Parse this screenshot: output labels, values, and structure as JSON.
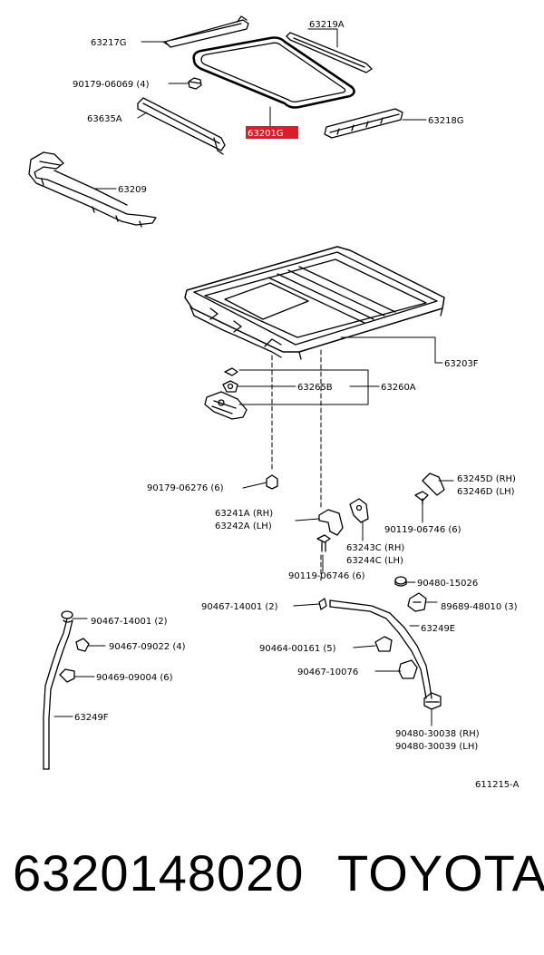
{
  "labels": {
    "p63217G": "63217G",
    "p63219A": "63219A",
    "p90179_06069": "90179-06069 (4)",
    "p63635A": "63635A",
    "p63201G": "63201G",
    "p63218G": "63218G",
    "p63209": "63209",
    "p63203F": "63203F",
    "p63265B": "63265B",
    "p63260A": "63260A",
    "p90179_06276": "90179-06276 (6)",
    "p63245D": "63245D (RH)",
    "p63246D": "63246D (LH)",
    "p90119_06746a": "90119-06746 (6)",
    "p63241A": "63241A (RH)",
    "p63242A": "63242A (LH)",
    "p63243C": "63243C (RH)",
    "p63244C": "63244C (LH)",
    "p90119_06746b": "90119-06746 (6)",
    "p90480_15026": "90480-15026",
    "p90467_14001a": "90467-14001 (2)",
    "p89689_48010": "89689-48010 (3)",
    "p63249E": "63249E",
    "p90467_14001b": "90467-14001 (2)",
    "p90464_00161": "90464-00161 (5)",
    "p90467_09022": "90467-09022 (4)",
    "p90467_10076": "90467-10076",
    "p90469_09004": "90469-09004 (6)",
    "p63249F": "63249F",
    "p90480_30038": "90480-30038 (RH)",
    "p90480_30039": "90480-30039 (LH)",
    "p611215": "611215-A"
  },
  "highlight_color": "#d81e2c",
  "footer": {
    "part_number": "6320148020",
    "brand": "TOYOTA"
  }
}
